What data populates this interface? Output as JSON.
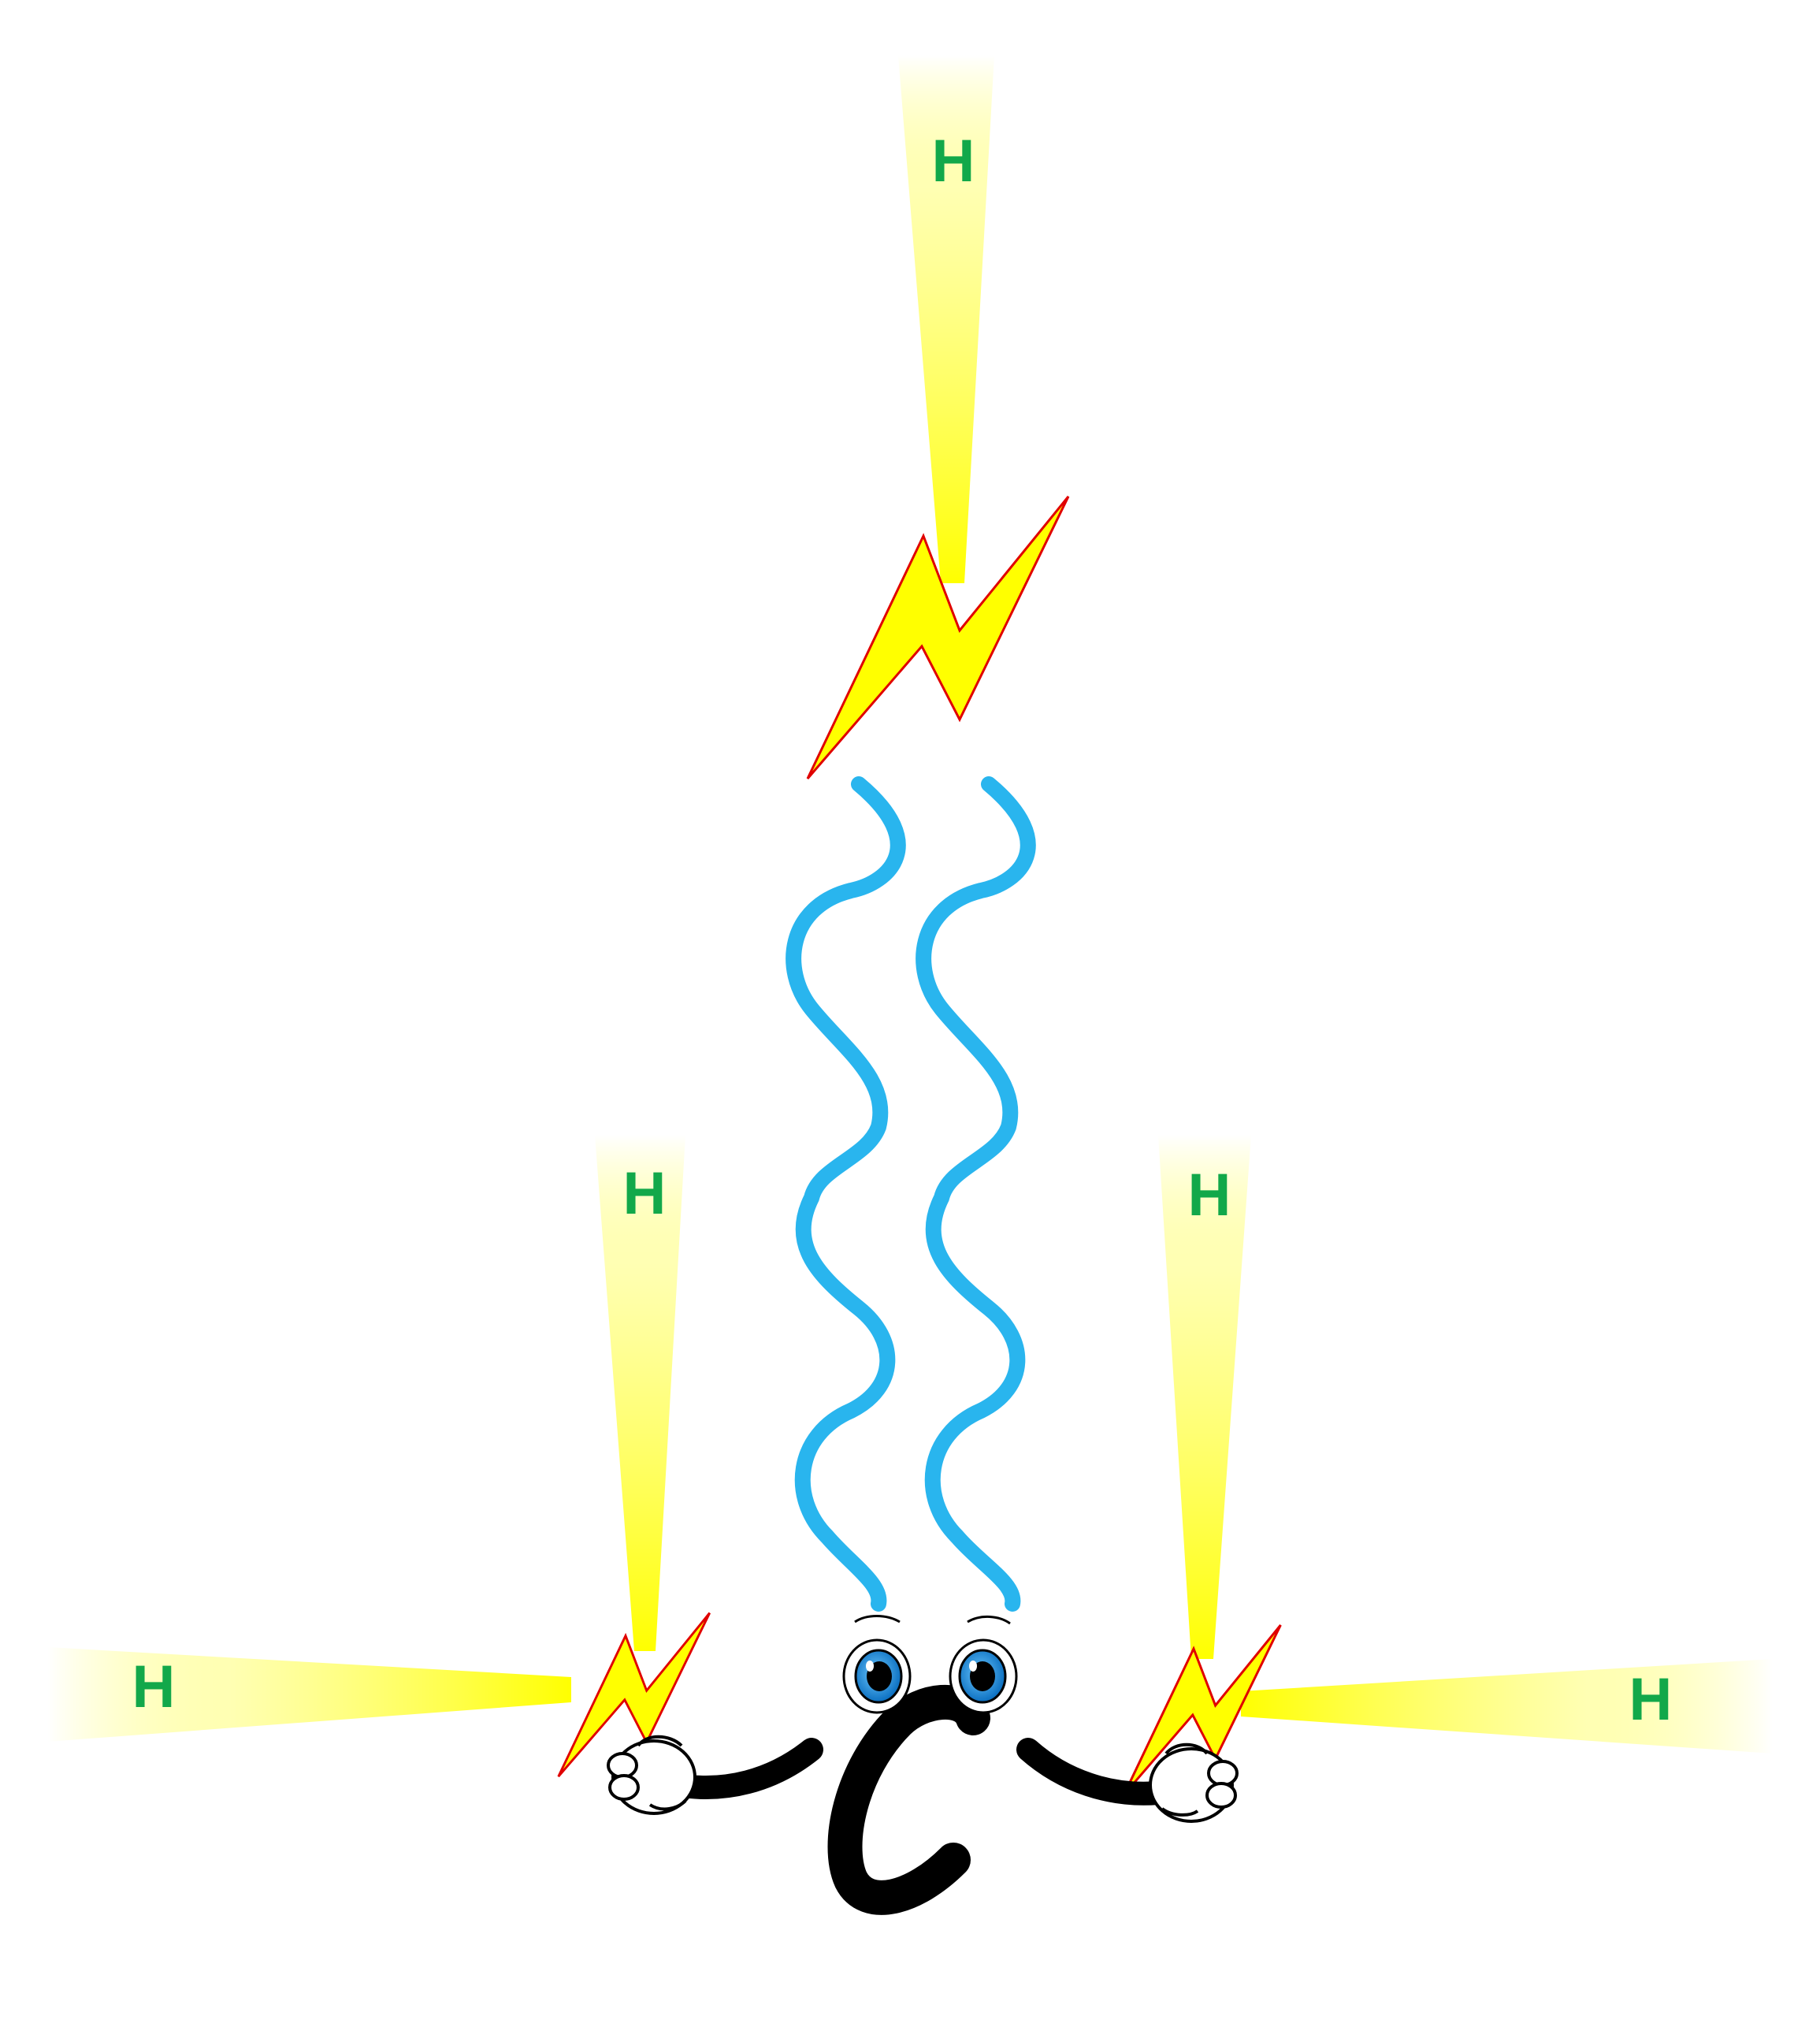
{
  "diagram": {
    "central_atom": {
      "label": "C",
      "icon": "cartoon-carbon-character"
    },
    "hydrogens": [
      {
        "label": "H"
      },
      {
        "label": "H"
      },
      {
        "label": "H"
      },
      {
        "label": "H"
      },
      {
        "label": "H"
      }
    ],
    "bond_icon": "lightning-bolt-icon",
    "wave_icon": "blue-wavy-line-icon",
    "colors": {
      "hydrogen_label": "#12a84a",
      "beam": "#ffff00",
      "bolt_fill": "#ffff00",
      "bolt_stroke": "#e00000",
      "wave": "#29b5ee",
      "carbon_body": "#000000",
      "eye_iris": "#1a8fe0"
    }
  }
}
